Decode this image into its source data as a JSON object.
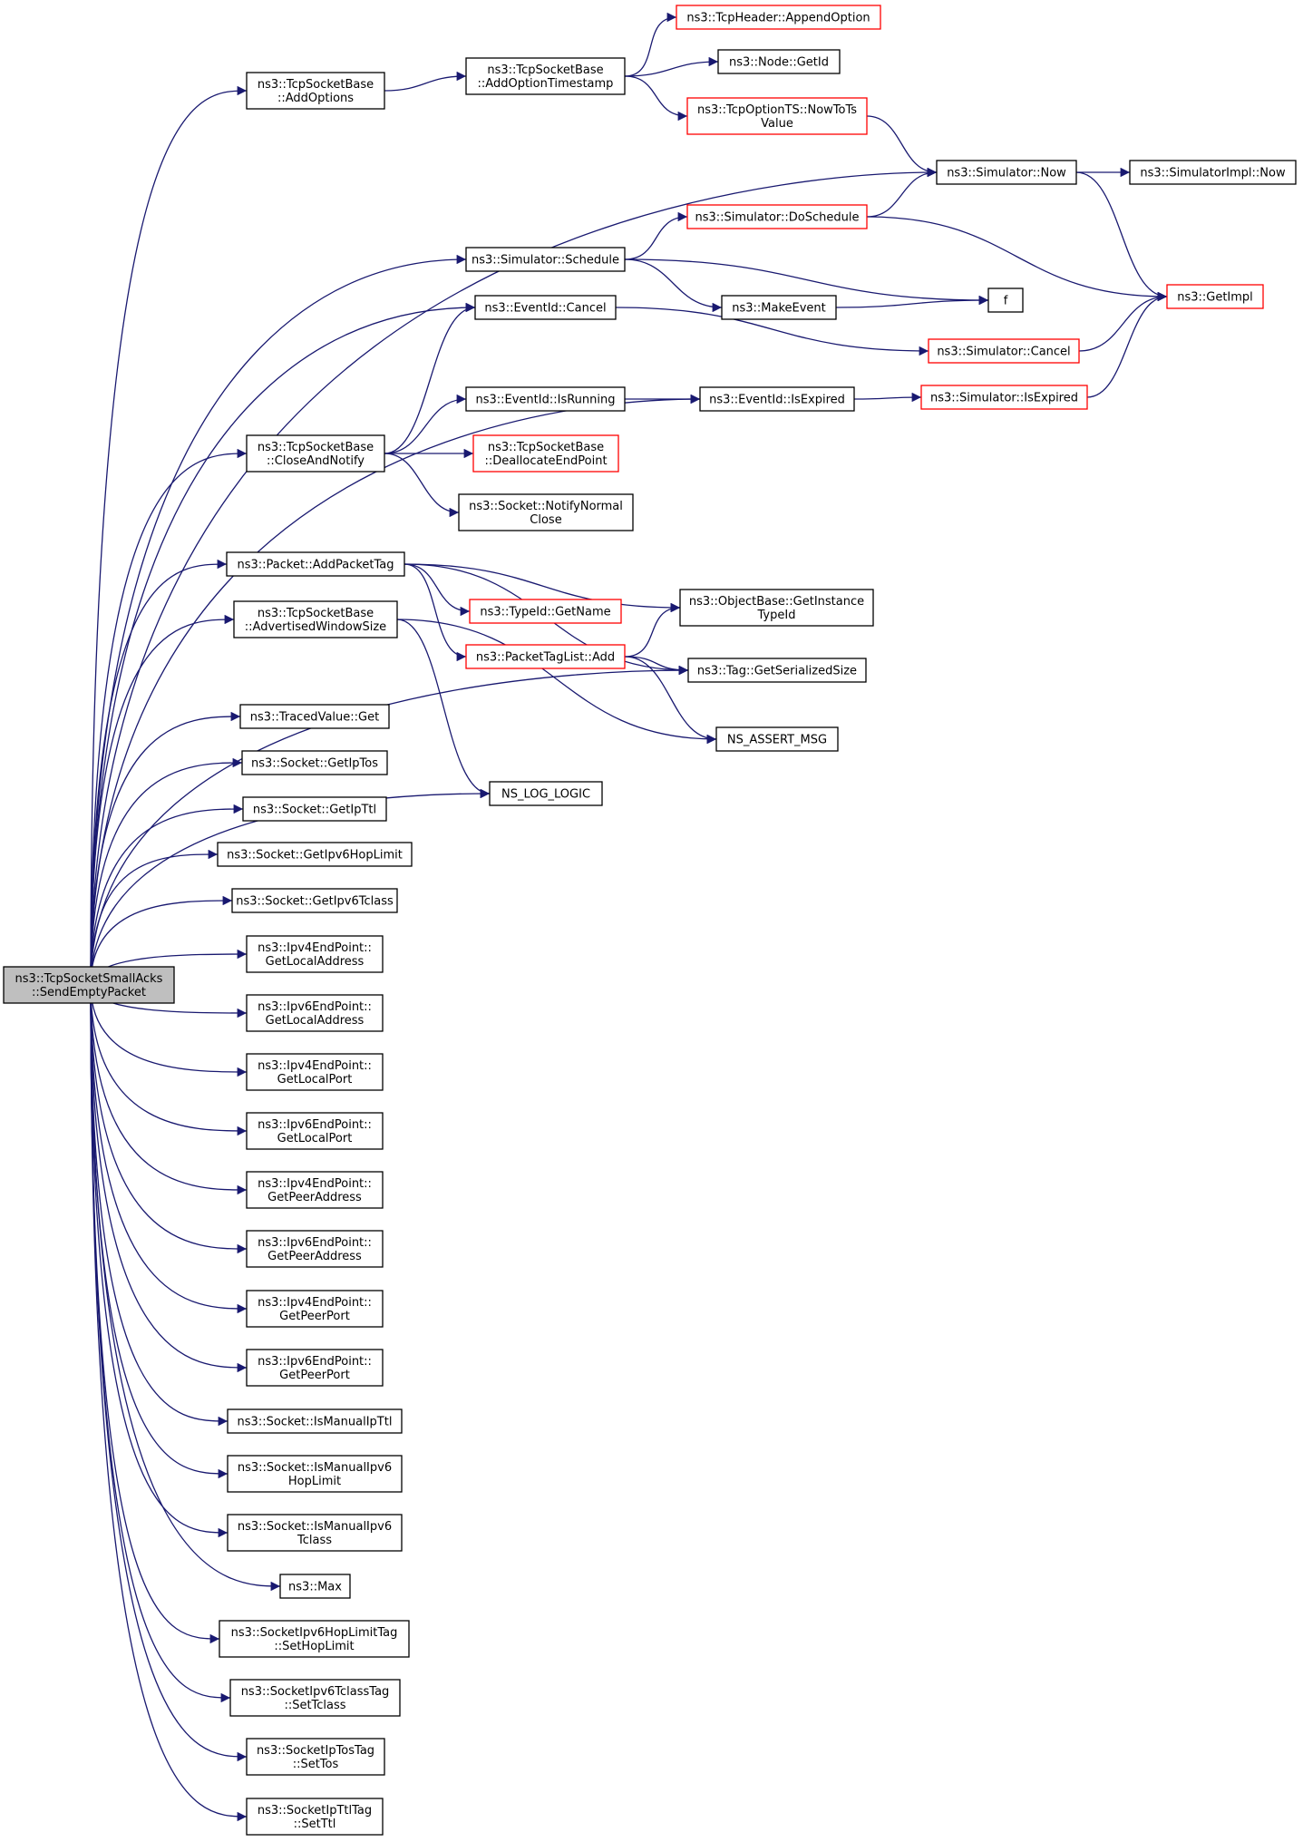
{
  "colors": {
    "edge": "#191970",
    "node_border": "#000000",
    "incomplete_border": "#ff0000",
    "root_fill": "#bfbfbf"
  },
  "nodes": {
    "root": {
      "lines": [
        "ns3::TcpSocketSmallAcks",
        "::SendEmptyPacket"
      ]
    },
    "addOptions": {
      "lines": [
        "ns3::TcpSocketBase",
        "::AddOptions"
      ]
    },
    "addOptionTimestamp": {
      "lines": [
        "ns3::TcpSocketBase",
        "::AddOptionTimestamp"
      ]
    },
    "appendOption": {
      "lines": [
        "ns3::TcpHeader::AppendOption"
      ],
      "incomplete": true
    },
    "nodeGetId": {
      "lines": [
        "ns3::Node::GetId"
      ]
    },
    "nowToTsValue": {
      "lines": [
        "ns3::TcpOptionTS::NowToTs",
        "Value"
      ],
      "incomplete": true
    },
    "simNow": {
      "lines": [
        "ns3::Simulator::Now"
      ]
    },
    "simImplNow": {
      "lines": [
        "ns3::SimulatorImpl::Now"
      ]
    },
    "doSchedule": {
      "lines": [
        "ns3::Simulator::DoSchedule"
      ],
      "incomplete": true
    },
    "schedule": {
      "lines": [
        "ns3::Simulator::Schedule"
      ]
    },
    "getImpl": {
      "lines": [
        "ns3::GetImpl"
      ],
      "incomplete": true
    },
    "f": {
      "lines": [
        "f"
      ]
    },
    "eventCancel": {
      "lines": [
        "ns3::EventId::Cancel"
      ]
    },
    "makeEvent": {
      "lines": [
        "ns3::MakeEvent"
      ]
    },
    "simCancel": {
      "lines": [
        "ns3::Simulator::Cancel"
      ],
      "incomplete": true
    },
    "closeAndNotify": {
      "lines": [
        "ns3::TcpSocketBase",
        "::CloseAndNotify"
      ]
    },
    "isRunning": {
      "lines": [
        "ns3::EventId::IsRunning"
      ]
    },
    "isExpired": {
      "lines": [
        "ns3::EventId::IsExpired"
      ]
    },
    "simIsExpired": {
      "lines": [
        "ns3::Simulator::IsExpired"
      ],
      "incomplete": true
    },
    "deallocate": {
      "lines": [
        "ns3::TcpSocketBase",
        "::DeallocateEndPoint"
      ],
      "incomplete": true
    },
    "notifyNormalClose": {
      "lines": [
        "ns3::Socket::NotifyNormal",
        "Close"
      ]
    },
    "addPacketTag": {
      "lines": [
        "ns3::Packet::AddPacketTag"
      ]
    },
    "getInstanceTypeId": {
      "lines": [
        "ns3::ObjectBase::GetInstance",
        "TypeId"
      ]
    },
    "typeIdGetName": {
      "lines": [
        "ns3::TypeId::GetName"
      ],
      "incomplete": true
    },
    "advertisedWindowSize": {
      "lines": [
        "ns3::TcpSocketBase",
        "::AdvertisedWindowSize"
      ]
    },
    "packetTagListAdd": {
      "lines": [
        "ns3::PacketTagList::Add"
      ],
      "incomplete": true
    },
    "tagGetSerializedSize": {
      "lines": [
        "ns3::Tag::GetSerializedSize"
      ]
    },
    "nsAssertMsg": {
      "lines": [
        "NS_ASSERT_MSG"
      ]
    },
    "tracedValueGet": {
      "lines": [
        "ns3::TracedValue::Get"
      ]
    },
    "nsLogLogic": {
      "lines": [
        "NS_LOG_LOGIC"
      ]
    },
    "getIpTos": {
      "lines": [
        "ns3::Socket::GetIpTos"
      ]
    },
    "getIpTtl": {
      "lines": [
        "ns3::Socket::GetIpTtl"
      ]
    },
    "getIpv6HopLimit": {
      "lines": [
        "ns3::Socket::GetIpv6HopLimit"
      ]
    },
    "getIpv6Tclass": {
      "lines": [
        "ns3::Socket::GetIpv6Tclass"
      ]
    },
    "ipv4GetLocalAddress": {
      "lines": [
        "ns3::Ipv4EndPoint::",
        "GetLocalAddress"
      ]
    },
    "ipv6GetLocalAddress": {
      "lines": [
        "ns3::Ipv6EndPoint::",
        "GetLocalAddress"
      ]
    },
    "ipv4GetLocalPort": {
      "lines": [
        "ns3::Ipv4EndPoint::",
        "GetLocalPort"
      ]
    },
    "ipv6GetLocalPort": {
      "lines": [
        "ns3::Ipv6EndPoint::",
        "GetLocalPort"
      ]
    },
    "ipv4GetPeerAddress": {
      "lines": [
        "ns3::Ipv4EndPoint::",
        "GetPeerAddress"
      ]
    },
    "ipv6GetPeerAddress": {
      "lines": [
        "ns3::Ipv6EndPoint::",
        "GetPeerAddress"
      ]
    },
    "ipv4GetPeerPort": {
      "lines": [
        "ns3::Ipv4EndPoint::",
        "GetPeerPort"
      ]
    },
    "ipv6GetPeerPort": {
      "lines": [
        "ns3::Ipv6EndPoint::",
        "GetPeerPort"
      ]
    },
    "isManualIpTtl": {
      "lines": [
        "ns3::Socket::IsManualIpTtl"
      ]
    },
    "isManualIpv6HopLimit": {
      "lines": [
        "ns3::Socket::IsManualIpv6",
        "HopLimit"
      ]
    },
    "isManualIpv6Tclass": {
      "lines": [
        "ns3::Socket::IsManualIpv6",
        "Tclass"
      ]
    },
    "max": {
      "lines": [
        "ns3::Max"
      ]
    },
    "setHopLimit": {
      "lines": [
        "ns3::SocketIpv6HopLimitTag",
        "::SetHopLimit"
      ]
    },
    "setTclass": {
      "lines": [
        "ns3::SocketIpv6TclassTag",
        "::SetTclass"
      ]
    },
    "setTos": {
      "lines": [
        "ns3::SocketIpTosTag",
        "::SetTos"
      ]
    },
    "setTtl": {
      "lines": [
        "ns3::SocketIpTtlTag",
        "::SetTtl"
      ]
    }
  },
  "edges": [
    [
      "root",
      "addOptions"
    ],
    [
      "root",
      "simNow"
    ],
    [
      "root",
      "schedule"
    ],
    [
      "root",
      "eventCancel"
    ],
    [
      "root",
      "isExpired"
    ],
    [
      "root",
      "closeAndNotify"
    ],
    [
      "root",
      "addPacketTag"
    ],
    [
      "root",
      "advertisedWindowSize"
    ],
    [
      "root",
      "tagGetSerializedSize"
    ],
    [
      "root",
      "tracedValueGet"
    ],
    [
      "root",
      "getIpTos"
    ],
    [
      "root",
      "getIpTtl"
    ],
    [
      "root",
      "getIpv6HopLimit"
    ],
    [
      "root",
      "getIpv6Tclass"
    ],
    [
      "root",
      "ipv4GetLocalAddress"
    ],
    [
      "root",
      "ipv6GetLocalAddress"
    ],
    [
      "root",
      "ipv4GetLocalPort"
    ],
    [
      "root",
      "ipv6GetLocalPort"
    ],
    [
      "root",
      "ipv4GetPeerAddress"
    ],
    [
      "root",
      "ipv6GetPeerAddress"
    ],
    [
      "root",
      "ipv4GetPeerPort"
    ],
    [
      "root",
      "ipv6GetPeerPort"
    ],
    [
      "root",
      "isManualIpTtl"
    ],
    [
      "root",
      "isManualIpv6HopLimit"
    ],
    [
      "root",
      "isManualIpv6Tclass"
    ],
    [
      "root",
      "max"
    ],
    [
      "root",
      "setHopLimit"
    ],
    [
      "root",
      "setTclass"
    ],
    [
      "root",
      "setTos"
    ],
    [
      "root",
      "setTtl"
    ],
    [
      "addOptions",
      "addOptionTimestamp"
    ],
    [
      "addOptionTimestamp",
      "appendOption"
    ],
    [
      "addOptionTimestamp",
      "nodeGetId"
    ],
    [
      "addOptionTimestamp",
      "nowToTsValue"
    ],
    [
      "nowToTsValue",
      "simNow"
    ],
    [
      "simNow",
      "simImplNow"
    ],
    [
      "simNow",
      "getImpl"
    ],
    [
      "doSchedule",
      "simNow"
    ],
    [
      "doSchedule",
      "getImpl"
    ],
    [
      "schedule",
      "doSchedule"
    ],
    [
      "schedule",
      "f"
    ],
    [
      "schedule",
      "makeEvent"
    ],
    [
      "makeEvent",
      "f"
    ],
    [
      "eventCancel",
      "simCancel"
    ],
    [
      "simCancel",
      "getImpl"
    ],
    [
      "closeAndNotify",
      "eventCancel"
    ],
    [
      "closeAndNotify",
      "isRunning"
    ],
    [
      "closeAndNotify",
      "deallocate"
    ],
    [
      "closeAndNotify",
      "notifyNormalClose"
    ],
    [
      "isRunning",
      "isExpired"
    ],
    [
      "isExpired",
      "simIsExpired"
    ],
    [
      "simIsExpired",
      "getImpl"
    ],
    [
      "addPacketTag",
      "getInstanceTypeId"
    ],
    [
      "addPacketTag",
      "typeIdGetName"
    ],
    [
      "addPacketTag",
      "packetTagListAdd"
    ],
    [
      "addPacketTag",
      "tagGetSerializedSize"
    ],
    [
      "packetTagListAdd",
      "getInstanceTypeId"
    ],
    [
      "packetTagListAdd",
      "tagGetSerializedSize"
    ],
    [
      "packetTagListAdd",
      "nsAssertMsg"
    ],
    [
      "advertisedWindowSize",
      "nsLogLogic"
    ],
    [
      "advertisedWindowSize",
      "nsAssertMsg"
    ],
    [
      "root",
      "nsLogLogic"
    ]
  ]
}
